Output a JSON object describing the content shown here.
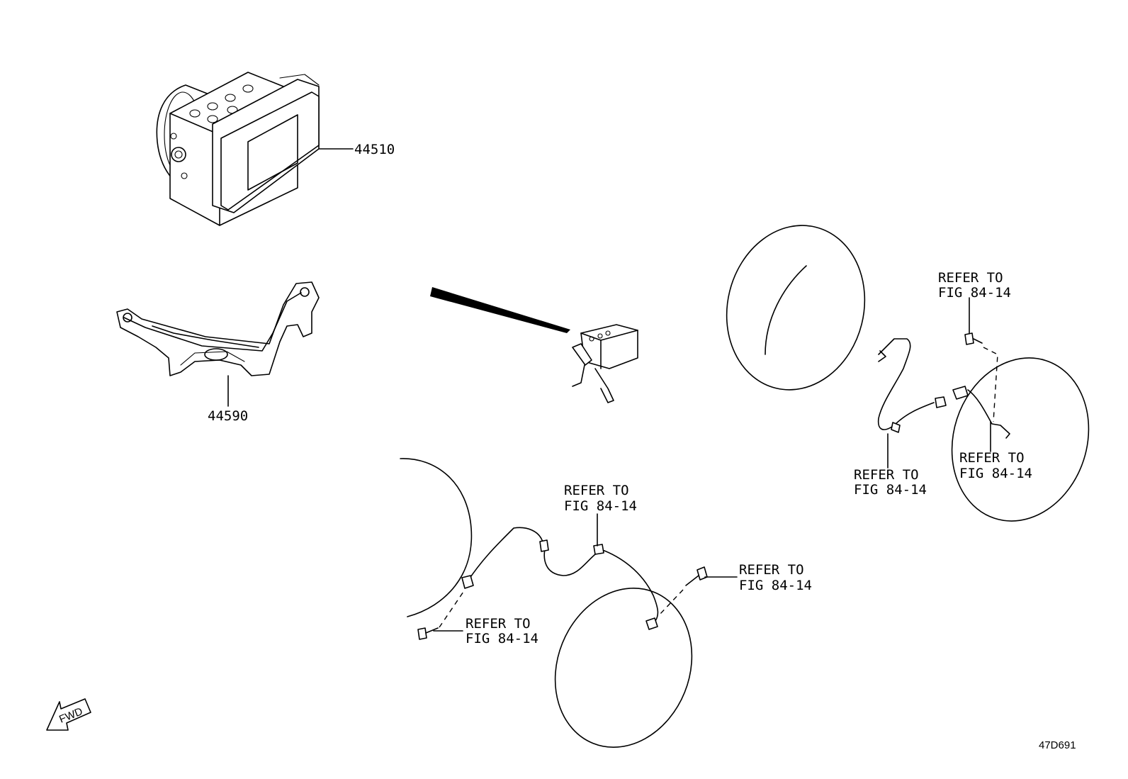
{
  "parts": {
    "abs_actuator": {
      "number": "44510",
      "icon": "abs-actuator-icon"
    },
    "actuator_bracket": {
      "number": "44590",
      "icon": "bracket-icon"
    }
  },
  "refers": [
    {
      "line1": "REFER TO",
      "line2": "FIG 84-14"
    },
    {
      "line1": "REFER TO",
      "line2": "FIG 84-14"
    },
    {
      "line1": "REFER TO",
      "line2": "FIG 84-14"
    },
    {
      "line1": "REFER TO",
      "line2": "FIG 84-14"
    },
    {
      "line1": "REFER TO",
      "line2": "FIG 84-14"
    },
    {
      "line1": "REFER TO",
      "line2": "FIG 84-14"
    }
  ],
  "direction_arrow": {
    "label": "FWD",
    "icon": "forward-arrow-icon"
  },
  "diagram_code": "47D691"
}
